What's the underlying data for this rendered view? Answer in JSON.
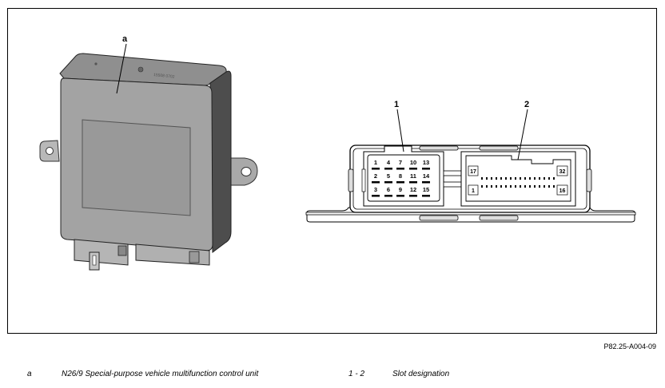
{
  "figure": {
    "callouts": {
      "a": "a",
      "c1": "1",
      "c2": "2"
    },
    "connector1_pins": [
      "1",
      "4",
      "7",
      "10",
      "13",
      "2",
      "5",
      "8",
      "11",
      "14",
      "3",
      "6",
      "9",
      "12",
      "15"
    ],
    "connector2_pins": {
      "top_left": "17",
      "top_right": "32",
      "bottom_left": "1",
      "bottom_right": "16"
    },
    "ref": "P82.25-A004-09"
  },
  "legend": [
    {
      "key": "a",
      "text": "N26/9 Special-purpose vehicle multifunction control unit"
    },
    {
      "key": "1 - 2",
      "text": "Slot designation"
    }
  ]
}
